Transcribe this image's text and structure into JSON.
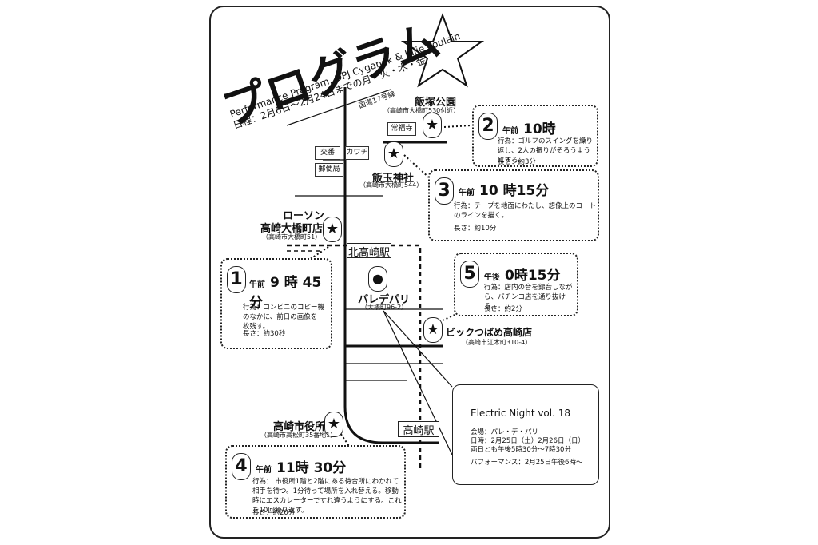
{
  "title": "プログラム",
  "subtitle_line1": "Performance Program, OPJ Cyganek & Julie Poulain",
  "subtitle_line2": "日程：2月6日～2月24日までの月・火・木・金",
  "road_label": "国道17号線",
  "landmarks": {
    "josenji": "常福寺",
    "koban": "交番",
    "yubinkyoku": "郵便局",
    "kawachi": "カワチ"
  },
  "stations": {
    "kita_takasaki": "北高崎駅",
    "takasaki": "高崎駅"
  },
  "places": {
    "iizuka_park": {
      "name": "飯塚公園",
      "address": "（高崎市大橋町530付近）"
    },
    "iidama_shrine": {
      "name": "飯玉神社",
      "address": "（高崎市大橋町544）"
    },
    "lawson": {
      "name_line1": "ローソン",
      "name_line2": "高崎大橋町店",
      "address": "（高崎市大橋町51）"
    },
    "palais_de_paris": {
      "name": "パレデパリ",
      "address": "（大橋町96-2）"
    },
    "bic_camera": {
      "name": "ビックつばめ高崎店",
      "address": "（高崎市江木町310-4）"
    },
    "city_hall": {
      "name": "高崎市役所",
      "address": "（高崎市高松町35番地1）"
    }
  },
  "program": [
    {
      "number": "1",
      "ampm": "午前",
      "time": "9 時 45分",
      "activity": "行為：コンビニのコピー機のなかに、前日の画像を一枚残す。",
      "duration": "長さ：約30秒"
    },
    {
      "number": "2",
      "ampm": "午前",
      "time": "10時",
      "activity": "行為：ゴルフのスイングを繰り返し、2人の振りがそろうようにする。",
      "duration": "長さ：約3分"
    },
    {
      "number": "3",
      "ampm": "午前",
      "time": "10 時15分",
      "activity": "行為：テープを地面にわたし、想像上のコートのラインを描く。",
      "duration": "長さ：約10分"
    },
    {
      "number": "4",
      "ampm": "午前",
      "time": "11時 30分",
      "activity": "行為： 市役所1階と2階にある待合所にわかれて相手を待つ。1分待って場所を入れ替える。移動時にエスカレーターですれ違うようにする。これを10回繰り返す。",
      "duration": "長さ：約20分"
    },
    {
      "number": "5",
      "ampm": "午後",
      "time": "0時15分",
      "activity": "行為：店内の音を録音しながら、パチンコ店を通り抜ける。",
      "duration": "長さ：約2分"
    }
  ],
  "event": {
    "title": "Electric Night vol. 18",
    "venue": "会場：パレ・デ・パリ",
    "dates": "日時：2月25日（土）2月26日（日）",
    "hours": "両日とも午後5時30分〜7時30分",
    "performance": "パフォーマンス：2月25日午後6時〜"
  }
}
